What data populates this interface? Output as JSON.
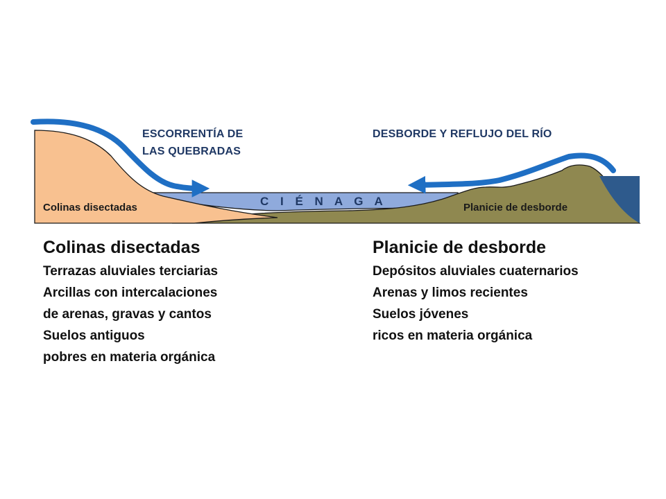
{
  "diagram": {
    "labels": {
      "escorrentia_line1": "ESCORRENTÍA DE",
      "escorrentia_line2": "LAS QUEBRADAS",
      "desborde": "DESBORDE Y REFLUJO DEL RÍO",
      "cienaga": "C I É N A G A",
      "colinas_small": "Colinas disectadas",
      "planicie_small": "Planicie de desborde"
    },
    "colors": {
      "hills": "#f8c190",
      "floodplain": "#8f8850",
      "swamp": "#8faadc",
      "river": "#2e5a8c",
      "arrows": "#1f6fc4",
      "outline": "#1a1a1a"
    }
  },
  "left_column": {
    "heading": "Colinas disectadas",
    "lines": [
      "Terrazas aluviales terciarias",
      "Arcillas con intercalaciones",
      "de arenas, gravas y cantos",
      "Suelos antiguos",
      "pobres en materia orgánica"
    ]
  },
  "right_column": {
    "heading": "Planicie de desborde",
    "lines": [
      "Depósitos aluviales cuaternarios",
      "Arenas y limos recientes",
      "Suelos jóvenes",
      "ricos en materia orgánica"
    ]
  }
}
